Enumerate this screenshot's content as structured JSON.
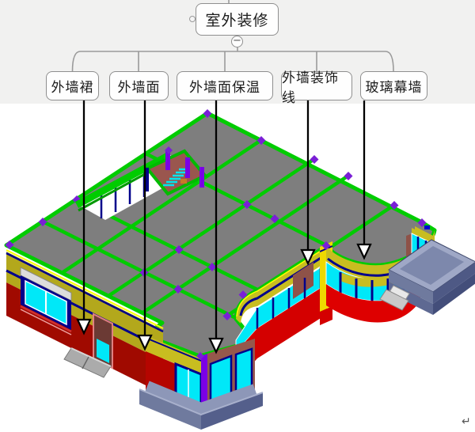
{
  "figure": {
    "title_box": {
      "label": "室外装修"
    },
    "collapse_button": {
      "symbol": "−"
    },
    "category_boxes": [
      {
        "label": "外墙裙"
      },
      {
        "label": "外墙面"
      },
      {
        "label": "外墙面保温"
      },
      {
        "label": "外墙装饰线"
      },
      {
        "label": "玻璃幕墙"
      }
    ],
    "paragraph_mark": "↵",
    "palette": {
      "roof_slab_gray": "#7E7E7E",
      "beam_green": "#00CC00",
      "node_purple": "#7A1FD6",
      "wall_yellow": "#B3A81C",
      "fascia_yellow": "#C8BD20",
      "skirt_dark_red": "#A00A00",
      "skirt_bright_red": "#DE0000",
      "glass_cyan": "#00E8F8",
      "frame_navy": "#00008B",
      "mullion_purple": "#7A00E6",
      "insulation_brown": "#96584C",
      "plinth_steel_blue": "#8D97B8"
    }
  }
}
